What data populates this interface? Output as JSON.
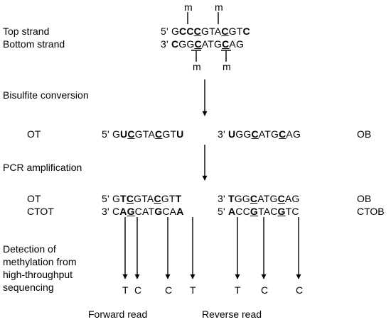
{
  "labels": {
    "top_strand": "Top strand",
    "bottom_strand": "Bottom strand",
    "bisulfite": "Bisulfite conversion",
    "pcr": "PCR amplification",
    "detection": [
      "Detection of",
      "methylation from",
      "high-throughput",
      "sequencing"
    ],
    "forward_read": "Forward read",
    "reverse_read": "Reverse read",
    "ot": "OT",
    "ob": "OB",
    "ctot": "CTOT",
    "ctob": "CTOB"
  },
  "methyl_mark": "m",
  "sequences": {
    "top": [
      [
        "5' G",
        ""
      ],
      [
        "CC",
        "b"
      ],
      [
        "",
        ""
      ],
      [
        "C",
        "u"
      ],
      [
        "GTA",
        ""
      ],
      [
        "C",
        "u"
      ],
      [
        "GT",
        ""
      ],
      [
        "C",
        "b"
      ]
    ],
    "bottom": [
      [
        "3' ",
        ""
      ],
      [
        "C",
        "b"
      ],
      [
        "GG",
        ""
      ],
      [
        "C",
        "u"
      ],
      [
        "ATG",
        ""
      ],
      [
        "C",
        "u"
      ],
      [
        "AG",
        ""
      ]
    ],
    "ot_bis": [
      [
        "5' G",
        ""
      ],
      [
        "U",
        "b"
      ],
      [
        "C",
        "u"
      ],
      [
        "GTA",
        ""
      ],
      [
        "C",
        "u"
      ],
      [
        "GT",
        ""
      ],
      [
        "U",
        "b"
      ]
    ],
    "ob_bis": [
      [
        "3' ",
        ""
      ],
      [
        "U",
        "b"
      ],
      [
        "GG",
        ""
      ],
      [
        "C",
        "u"
      ],
      [
        "ATG",
        ""
      ],
      [
        "C",
        "u"
      ],
      [
        "AG",
        ""
      ]
    ],
    "ot_pcr": [
      [
        "5' G",
        ""
      ],
      [
        "T",
        "b"
      ],
      [
        "C",
        "u"
      ],
      [
        "GTA",
        ""
      ],
      [
        "C",
        "u"
      ],
      [
        "GT",
        ""
      ],
      [
        "T",
        "b"
      ]
    ],
    "ctot": [
      [
        "3' C",
        ""
      ],
      [
        "A",
        "b"
      ],
      [
        "G",
        "u"
      ],
      [
        "CAT",
        ""
      ],
      [
        "G",
        "b"
      ],
      [
        "CA",
        ""
      ],
      [
        "A",
        "b"
      ]
    ],
    "ob_pcr": [
      [
        "3' ",
        ""
      ],
      [
        "T",
        "b"
      ],
      [
        "GG",
        ""
      ],
      [
        "C",
        "u"
      ],
      [
        "ATG",
        ""
      ],
      [
        "C",
        "u"
      ],
      [
        "AG",
        ""
      ]
    ],
    "ctob": [
      [
        "5' ",
        ""
      ],
      [
        "A",
        "b"
      ],
      [
        "CC",
        ""
      ],
      [
        "G",
        "u"
      ],
      [
        "TAC",
        ""
      ],
      [
        "G",
        "u"
      ],
      [
        "TC",
        ""
      ]
    ]
  },
  "reads": [
    "T",
    "C",
    "C",
    "T",
    "T",
    "C",
    "C"
  ]
}
